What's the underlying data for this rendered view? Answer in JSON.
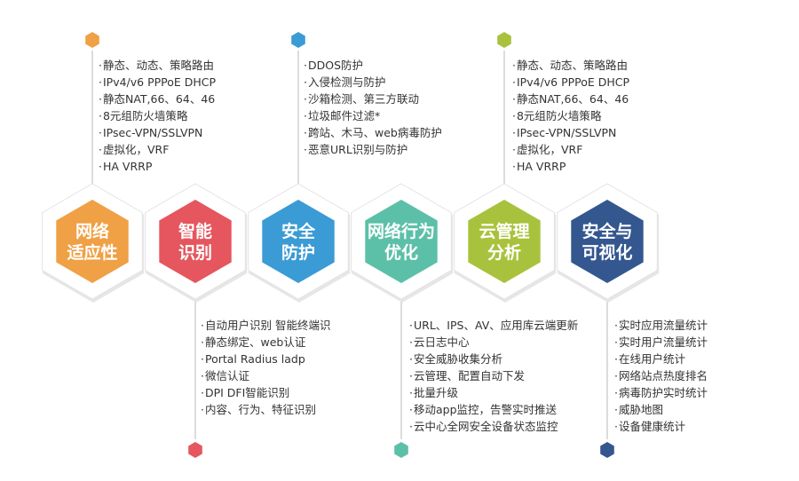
{
  "nodes": [
    {
      "label_lines": [
        "网络",
        "适应性"
      ],
      "color": "#f0a045",
      "list_position": "top",
      "items": [
        "静态、动态、策略路由",
        "IPv4/v6 PPPoE  DHCP",
        "静态NAT,66、64、46",
        "8元组防火墙策略",
        "IPsec-VPN/SSLVPN",
        "虚拟化，VRF",
        "HA VRRP"
      ]
    },
    {
      "label_lines": [
        "智能",
        "识别"
      ],
      "color": "#e5565e",
      "list_position": "bottom",
      "items": [
        "自动用户识别 智能终端识",
        "静态绑定、web认证",
        "Portal Radius ladp",
        "微信认证",
        "DPI DFI智能识别",
        "内容、行为、特征识别"
      ]
    },
    {
      "label_lines": [
        "安全",
        "防护"
      ],
      "color": "#3b9bd5",
      "list_position": "top",
      "items": [
        "DDOS防护",
        "入侵检测与防护",
        "沙箱检测、第三方联动",
        "垃圾邮件过滤*",
        "跨站、木马、web病毒防护",
        "恶意URL识别与防护"
      ]
    },
    {
      "label_lines": [
        "网络行为",
        "优化"
      ],
      "color": "#5cc0a8",
      "list_position": "bottom",
      "items": [
        "URL、IPS、AV、应用库云端更新",
        "云日志中心",
        "安全威胁收集分析",
        "云管理、配置自动下发",
        "批量升级",
        "移动app监控，告警实时推送",
        "云中心全网安全设备状态监控"
      ]
    },
    {
      "label_lines": [
        "云管理",
        "分析"
      ],
      "color": "#a9c23d",
      "list_position": "top",
      "items": [
        "静态、动态、策略路由",
        "IPv4/v6 PPPoE  DHCP",
        "静态NAT,66、64、46",
        "8元组防火墙策略",
        "IPsec-VPN/SSLVPN",
        "虚拟化，VRF",
        "HA VRRP"
      ]
    },
    {
      "label_lines": [
        "安全与",
        "可视化"
      ],
      "color": "#34578f",
      "list_position": "bottom",
      "items": [
        "实时应用流量统计",
        "实时用户流量统计",
        "在线用户统计",
        "网络站点热度排名",
        "病毒防护实时统计",
        "威胁地图",
        "设备健康统计"
      ]
    }
  ]
}
